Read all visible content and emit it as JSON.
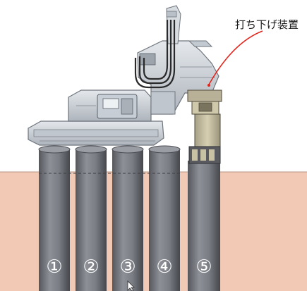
{
  "callout": {
    "label": "打ち下げ装置",
    "color": "#e2231a"
  },
  "piles": [
    {
      "label": "①"
    },
    {
      "label": "②"
    },
    {
      "label": "③"
    },
    {
      "label": "④"
    },
    {
      "label": "⑤"
    }
  ],
  "colors": {
    "ground": "#f2c9b4",
    "pile": "#73757b",
    "pile_shadow": "#4a4c52",
    "machine": "#d3d8de",
    "machine_dark": "#8a9099",
    "device": "#c9c1a4",
    "hose": "#2a2a2a"
  }
}
